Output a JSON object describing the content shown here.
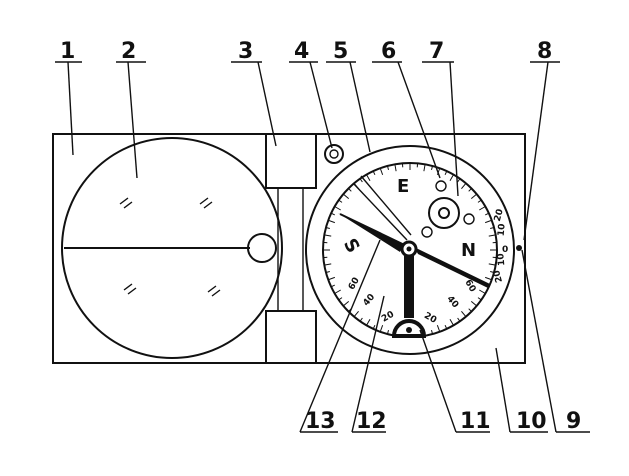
{
  "labels": {
    "l1": "1",
    "l2": "2",
    "l3": "3",
    "l4": "4",
    "l5": "5",
    "l6": "6",
    "l7": "7",
    "l8": "8",
    "l9": "9",
    "l10": "10",
    "l11": "11",
    "l12": "12",
    "l13": "13"
  },
  "cardinals": {
    "east": "E",
    "south": "S",
    "north": "N"
  },
  "clino_scale": {
    "bottom_left": [
      "20",
      "40",
      "60"
    ],
    "bottom_right": [
      "20",
      "40",
      "60"
    ]
  },
  "right_scale": [
    "20",
    "10",
    "0",
    "10",
    "20"
  ],
  "colors": {
    "ink": "#111111",
    "paper": "#ffffff"
  }
}
